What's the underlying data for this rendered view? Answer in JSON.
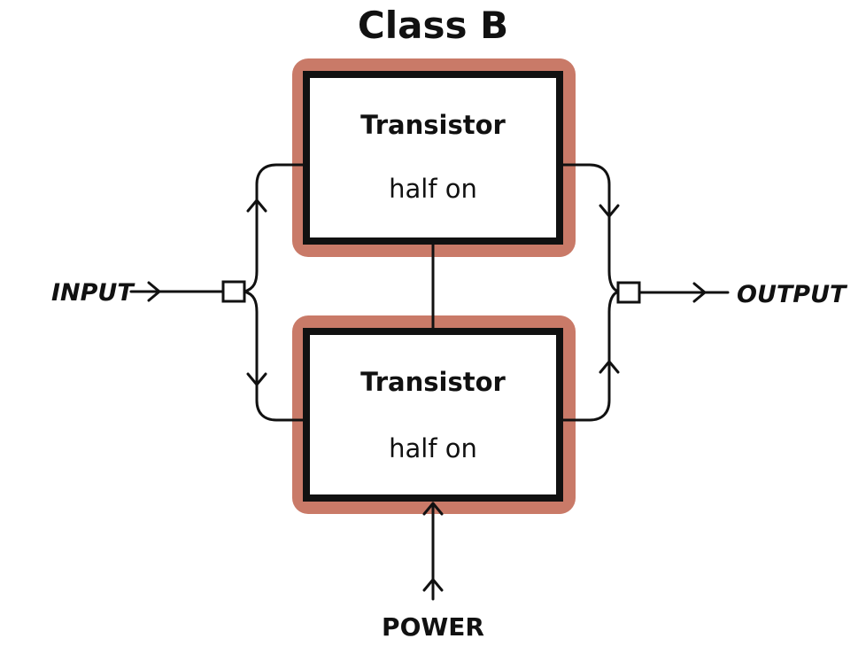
{
  "title": "Class B",
  "colors": {
    "halo": "#c97a68",
    "line": "#111111",
    "box_fill": "#ffffff"
  },
  "blocks": [
    {
      "title": "Transistor",
      "state": "half on"
    },
    {
      "title": "Transistor",
      "state": "half on"
    }
  ],
  "input_label": "INPUT",
  "output_label": "OUTPUT",
  "power_label": "POWER"
}
